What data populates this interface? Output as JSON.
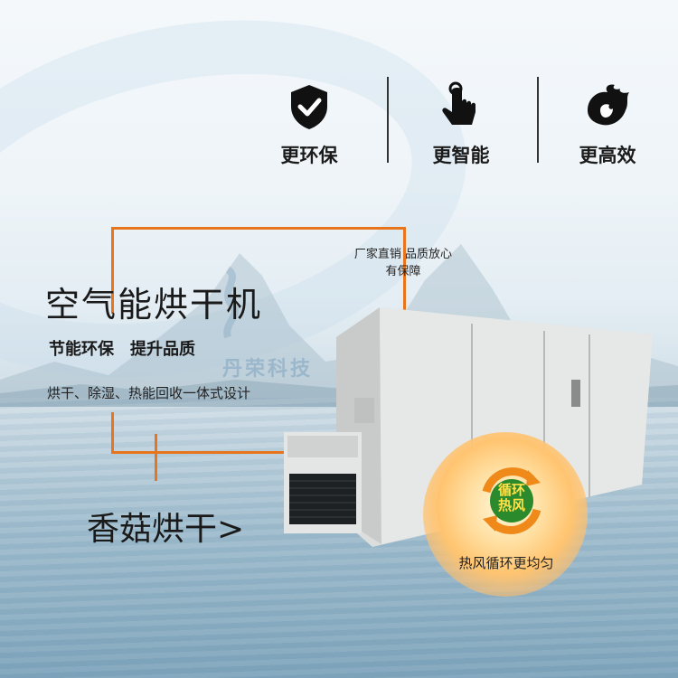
{
  "features": [
    {
      "icon": "shield-check-icon",
      "label": "更环保"
    },
    {
      "icon": "pointer-hand-icon",
      "label": "更智能"
    },
    {
      "icon": "flame-icon",
      "label": "更高效"
    }
  ],
  "product": {
    "title": "空气能烘干机",
    "subtitle": "节能环保　提升品质",
    "description": "烘干、除湿、热能回收一体式设计",
    "cta": "香菇烘干>"
  },
  "note": {
    "line1": "厂家直销  品质放心",
    "line2": "有保障"
  },
  "logo": {
    "text": "丹荣科技"
  },
  "badge": {
    "center_text": "循环热风",
    "label": "热风循环更均匀"
  },
  "colors": {
    "accent": "#e8741c",
    "text": "#1a1a1a"
  }
}
